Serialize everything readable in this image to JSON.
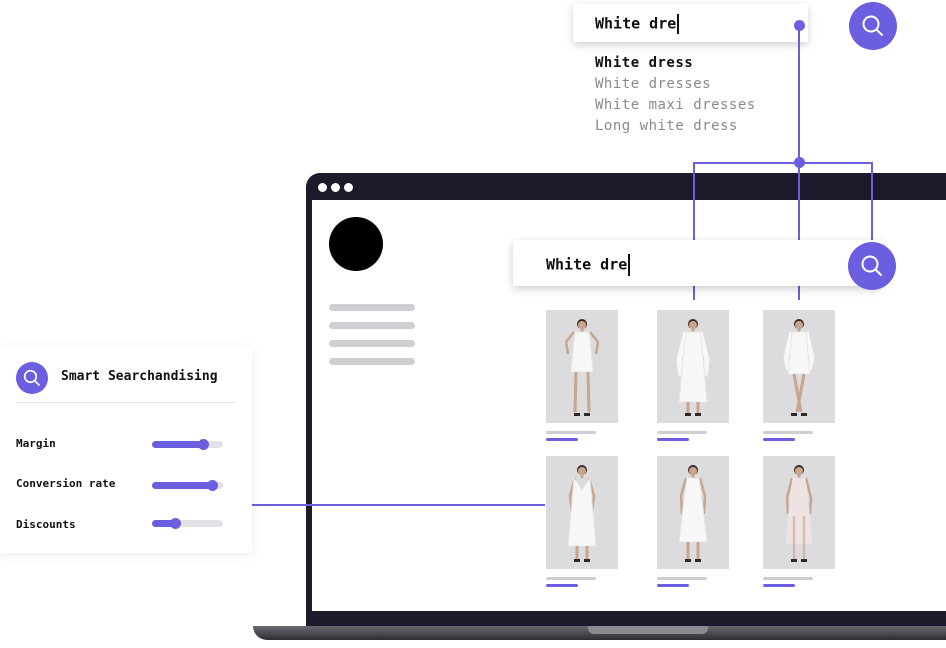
{
  "top_search": {
    "query": "White dre"
  },
  "suggestions": [
    "White dress",
    "White dresses",
    "White maxi dresses",
    "Long white dress"
  ],
  "inner_search": {
    "query": "White dre"
  },
  "panel": {
    "title": "Smart Searchandising",
    "metrics": [
      {
        "label": "Margin",
        "value": 0.72
      },
      {
        "label": "Conversion rate",
        "value": 0.85
      },
      {
        "label": "Discounts",
        "value": 0.33
      }
    ]
  },
  "products": [
    {
      "name": "product-1",
      "dress": "mini-sleeveless"
    },
    {
      "name": "product-2",
      "dress": "midi-longsleeve"
    },
    {
      "name": "product-3",
      "dress": "mini-longsleeve"
    },
    {
      "name": "product-4",
      "dress": "midi-vneck"
    },
    {
      "name": "product-5",
      "dress": "midi-sleeveless"
    },
    {
      "name": "product-6",
      "dress": "midi-sheer"
    }
  ],
  "colors": {
    "accent": "#6b5fe0",
    "bezel": "#1d1a2c",
    "placeholder": "#cfcfd3"
  },
  "icons": [
    "search-icon",
    "window-dots-icon"
  ]
}
